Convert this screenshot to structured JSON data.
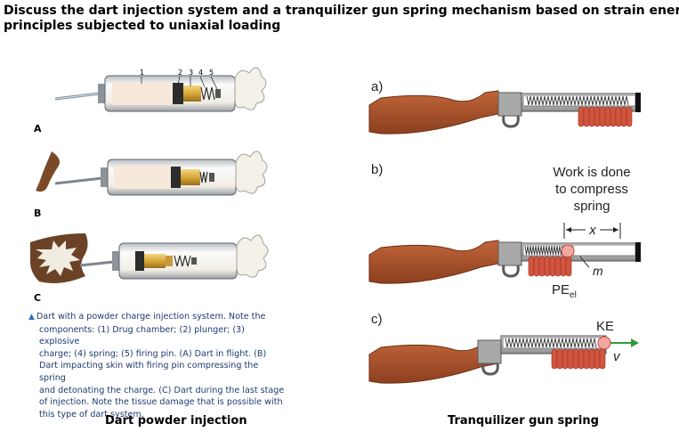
{
  "heading": {
    "line1": "Discuss the dart injection system and a tranquilizer gun spring mechanism based on strain energy",
    "line2": "principles subjected to uniaxial loading"
  },
  "dart_figure": {
    "component_numbers": [
      "1",
      "2",
      "3",
      "4",
      "5"
    ],
    "panel_letters": [
      "A",
      "B",
      "C"
    ],
    "caption": "Dart with a powder charge injection system. Note the components: (1) Drug chamber; (2) plunger; (3) explosive charge; (4) spring; (5) firing pin. (A) Dart in flight. (B) Dart impacting skin with firing pin compressing the spring and detonating the charge. (C) Dart during the last stage of injection. Note the tissue damage that is possible with this type of dart system.",
    "caption_lines": [
      "Dart with a powder charge injection system. Note the",
      "components: (1) Drug chamber; (2) plunger; (3) explosive",
      "charge; (4) spring; (5) firing pin. (A) Dart in flight. (B)",
      "Dart impacting skin with firing pin compressing the spring",
      "and detonating the charge. (C) Dart during the last stage",
      "of injection. Note the tissue damage that is possible with",
      "this type of dart system."
    ],
    "footer_label": "Dart powder injection"
  },
  "gun_figure": {
    "panel_labels": [
      "a)",
      "b)",
      "c)"
    ],
    "work_text": [
      "Work is done",
      "to compress",
      "spring"
    ],
    "x_label": "x",
    "mass_label": "m",
    "pe_label": "PE",
    "pe_subscript": "el",
    "ke_label": "KE",
    "v_label": "v",
    "footer_label": "Tranquilizer gun spring"
  },
  "colors": {
    "stock": "#a8502a",
    "spring_red": "#d2553f",
    "caption_text": "#1f3b72",
    "arrow_green": "#2e9b3b"
  }
}
